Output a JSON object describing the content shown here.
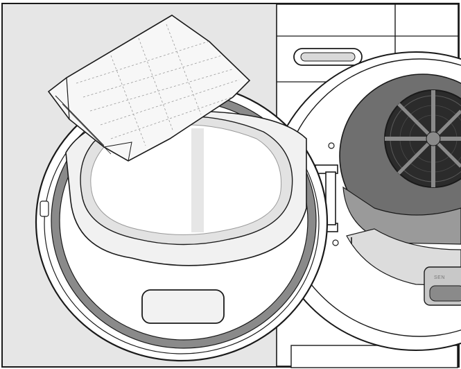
{
  "figure": {
    "panel_text": "SEN",
    "colors": {
      "background": "#ffffff",
      "wall": "#e6e6e6",
      "outline": "#1a1a1a",
      "gasket": "#8a8a8a",
      "dark_drum": "#6f6f6f",
      "filter_mesh": "#2b2b2b",
      "glass": "#f1f1f1",
      "towel": "#f7f7f7"
    },
    "parts": [
      {
        "id": "open-door",
        "icon": "door-ring-icon"
      },
      {
        "id": "door-glass",
        "icon": "glass-bowl-icon"
      },
      {
        "id": "door-handle",
        "icon": "handle-icon"
      },
      {
        "id": "towel",
        "icon": "folded-towel-icon"
      },
      {
        "id": "dryer-drum",
        "icon": "drum-icon"
      },
      {
        "id": "lint-filter",
        "icon": "mesh-filter-icon"
      },
      {
        "id": "hinge",
        "icon": "hinge-icon"
      }
    ]
  }
}
